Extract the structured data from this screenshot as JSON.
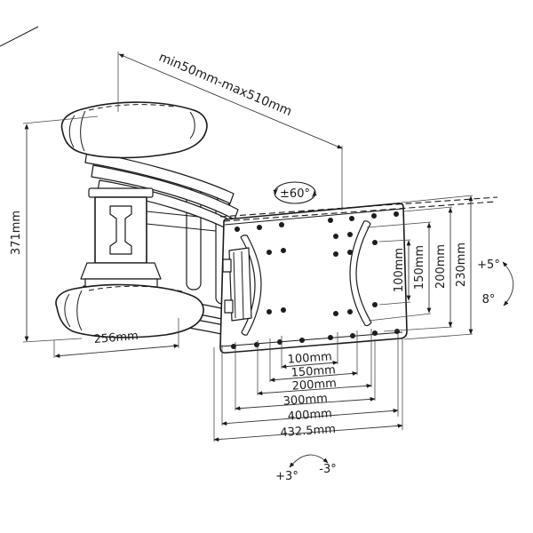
{
  "page": {
    "background": "#ffffff",
    "description": "Technical line drawing of an articulating TV wall mount bracket with VESA plate and dimension annotations"
  },
  "drawing": {
    "line_color": "#1b1b1b",
    "dim_color": "#3a3a3a",
    "annotations": {
      "extension_range": "min50mm-max510mm",
      "bracket_height": "371mm",
      "arm_length": "256mm",
      "swivel_range": "±60°",
      "tilt_up": "+5°",
      "tilt_down": "8°",
      "rotation_left": "+3°",
      "rotation_right": "-3°",
      "vesa_vertical": [
        {
          "label": "100mm"
        },
        {
          "label": "150mm"
        },
        {
          "label": "200mm"
        },
        {
          "label": "230mm"
        }
      ],
      "vesa_horizontal": [
        {
          "label": "100mm"
        },
        {
          "label": "150mm"
        },
        {
          "label": "200mm"
        },
        {
          "label": "300mm"
        },
        {
          "label": "400mm"
        },
        {
          "label": "432.5mm"
        }
      ]
    }
  }
}
